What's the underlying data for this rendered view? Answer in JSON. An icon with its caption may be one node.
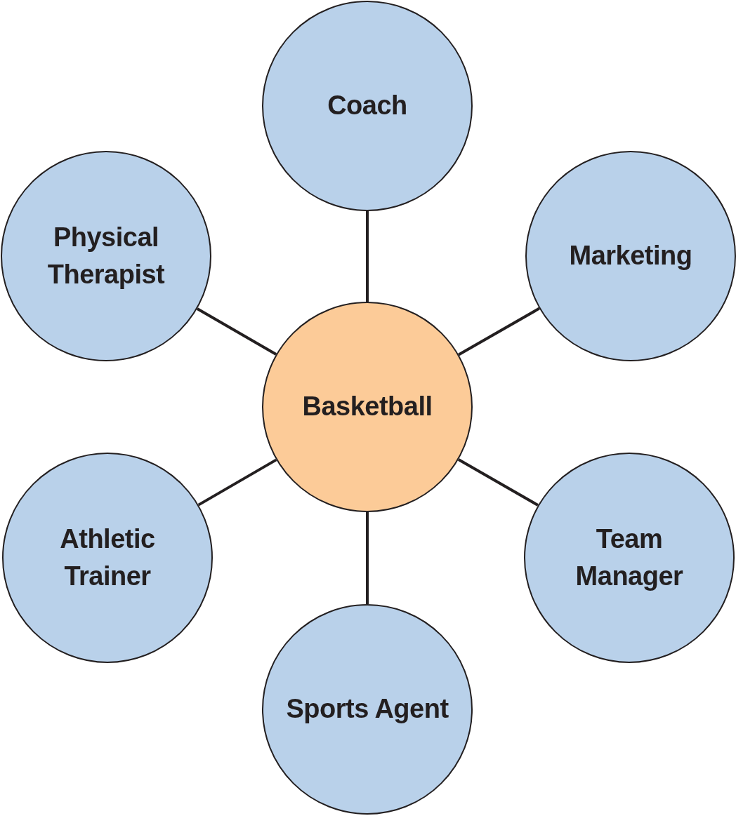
{
  "diagram": {
    "nodes": [
      {
        "text": [
          "Coach"
        ]
      },
      {
        "text": [
          "Physical Therapist"
        ]
      },
      {
        "text": [
          "Marketing"
        ]
      },
      {
        "text": [
          "Basketball"
        ]
      },
      {
        "text": [
          "Athletic Trainer"
        ]
      },
      {
        "text": [
          "Team Manager"
        ]
      },
      {
        "text": [
          "Sports Agent"
        ]
      }
    ],
    "edges": [
      {
        "from": 3,
        "to": 0,
        "arrow": "none"
      },
      {
        "from": 3,
        "to": 1,
        "arrow": "none"
      },
      {
        "from": 3,
        "to": 2,
        "arrow": "none"
      },
      {
        "from": 3,
        "to": 4,
        "arrow": "none"
      },
      {
        "from": 3,
        "to": 5,
        "arrow": "none"
      },
      {
        "from": 3,
        "to": 6,
        "arrow": "none"
      }
    ]
  }
}
